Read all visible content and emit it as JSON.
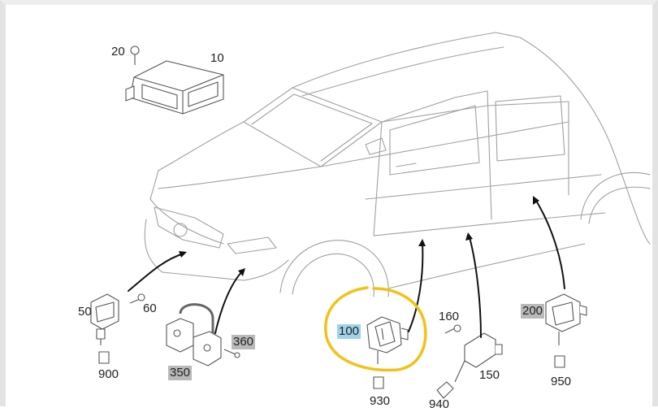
{
  "diagram": {
    "callouts": [
      {
        "id": "c20",
        "text": "20",
        "style": "plain"
      },
      {
        "id": "c10",
        "text": "10",
        "style": "plain"
      },
      {
        "id": "c50",
        "text": "50",
        "style": "plain"
      },
      {
        "id": "c60",
        "text": "60",
        "style": "plain"
      },
      {
        "id": "c900",
        "text": "900",
        "style": "plain"
      },
      {
        "id": "c360",
        "text": "360",
        "style": "grey"
      },
      {
        "id": "c350",
        "text": "350",
        "style": "grey"
      },
      {
        "id": "c100",
        "text": "100",
        "style": "blue"
      },
      {
        "id": "c930",
        "text": "930",
        "style": "plain"
      },
      {
        "id": "c160",
        "text": "160",
        "style": "plain"
      },
      {
        "id": "c150",
        "text": "150",
        "style": "plain"
      },
      {
        "id": "c940",
        "text": "940",
        "style": "plain"
      },
      {
        "id": "c200",
        "text": "200",
        "style": "grey"
      },
      {
        "id": "c950",
        "text": "950",
        "style": "plain"
      }
    ],
    "colors": {
      "line": "#9a9a9a",
      "part": "#555555",
      "arrow": "#111111",
      "highlight_circle": "#f2c21b",
      "highlight_blue": "#9fd3ea",
      "highlight_grey": "#b9b9b9"
    }
  }
}
